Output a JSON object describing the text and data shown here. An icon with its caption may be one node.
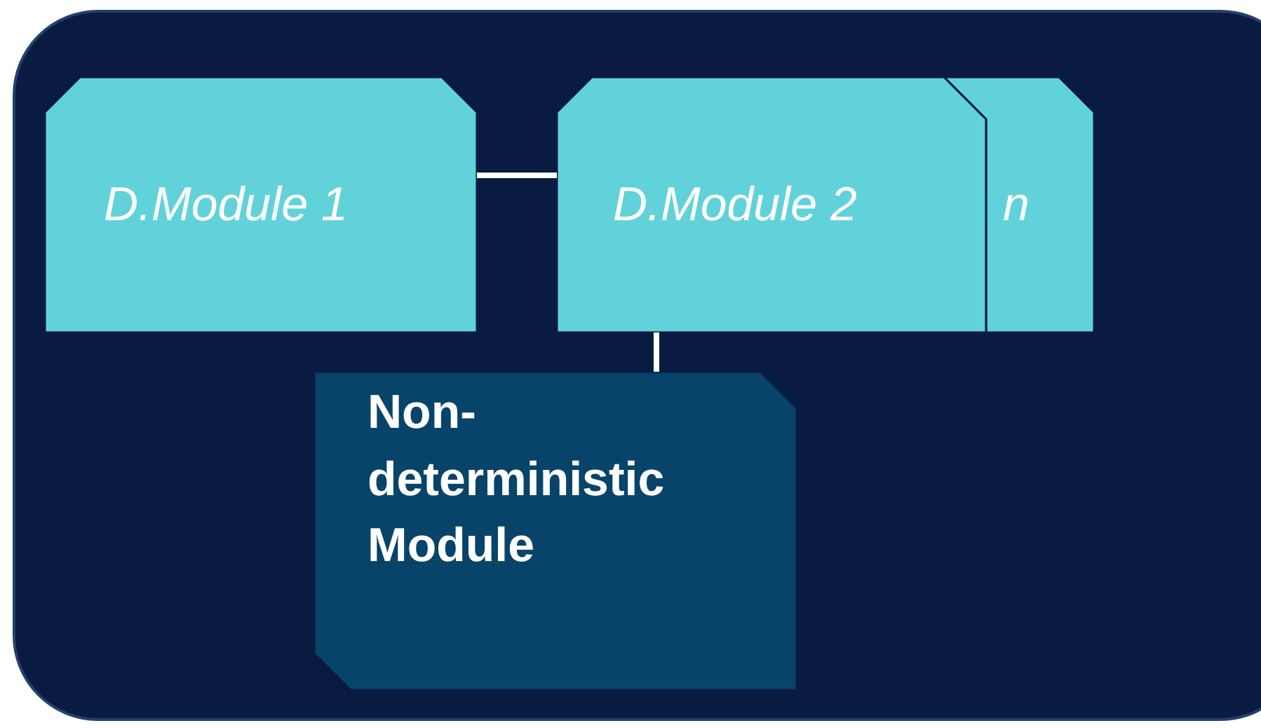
{
  "diagram": {
    "nodes": [
      {
        "text": [
          "D.Module 1"
        ]
      },
      {
        "text": [
          "D.Module 2"
        ]
      },
      {
        "text": [
          "n"
        ]
      },
      {
        "text": [
          "Non- deterministic Module"
        ]
      }
    ],
    "edges": [
      {
        "from": 0,
        "to": 1,
        "arrow": "none"
      },
      {
        "from": 1,
        "to": 3,
        "arrow": "none"
      }
    ]
  }
}
